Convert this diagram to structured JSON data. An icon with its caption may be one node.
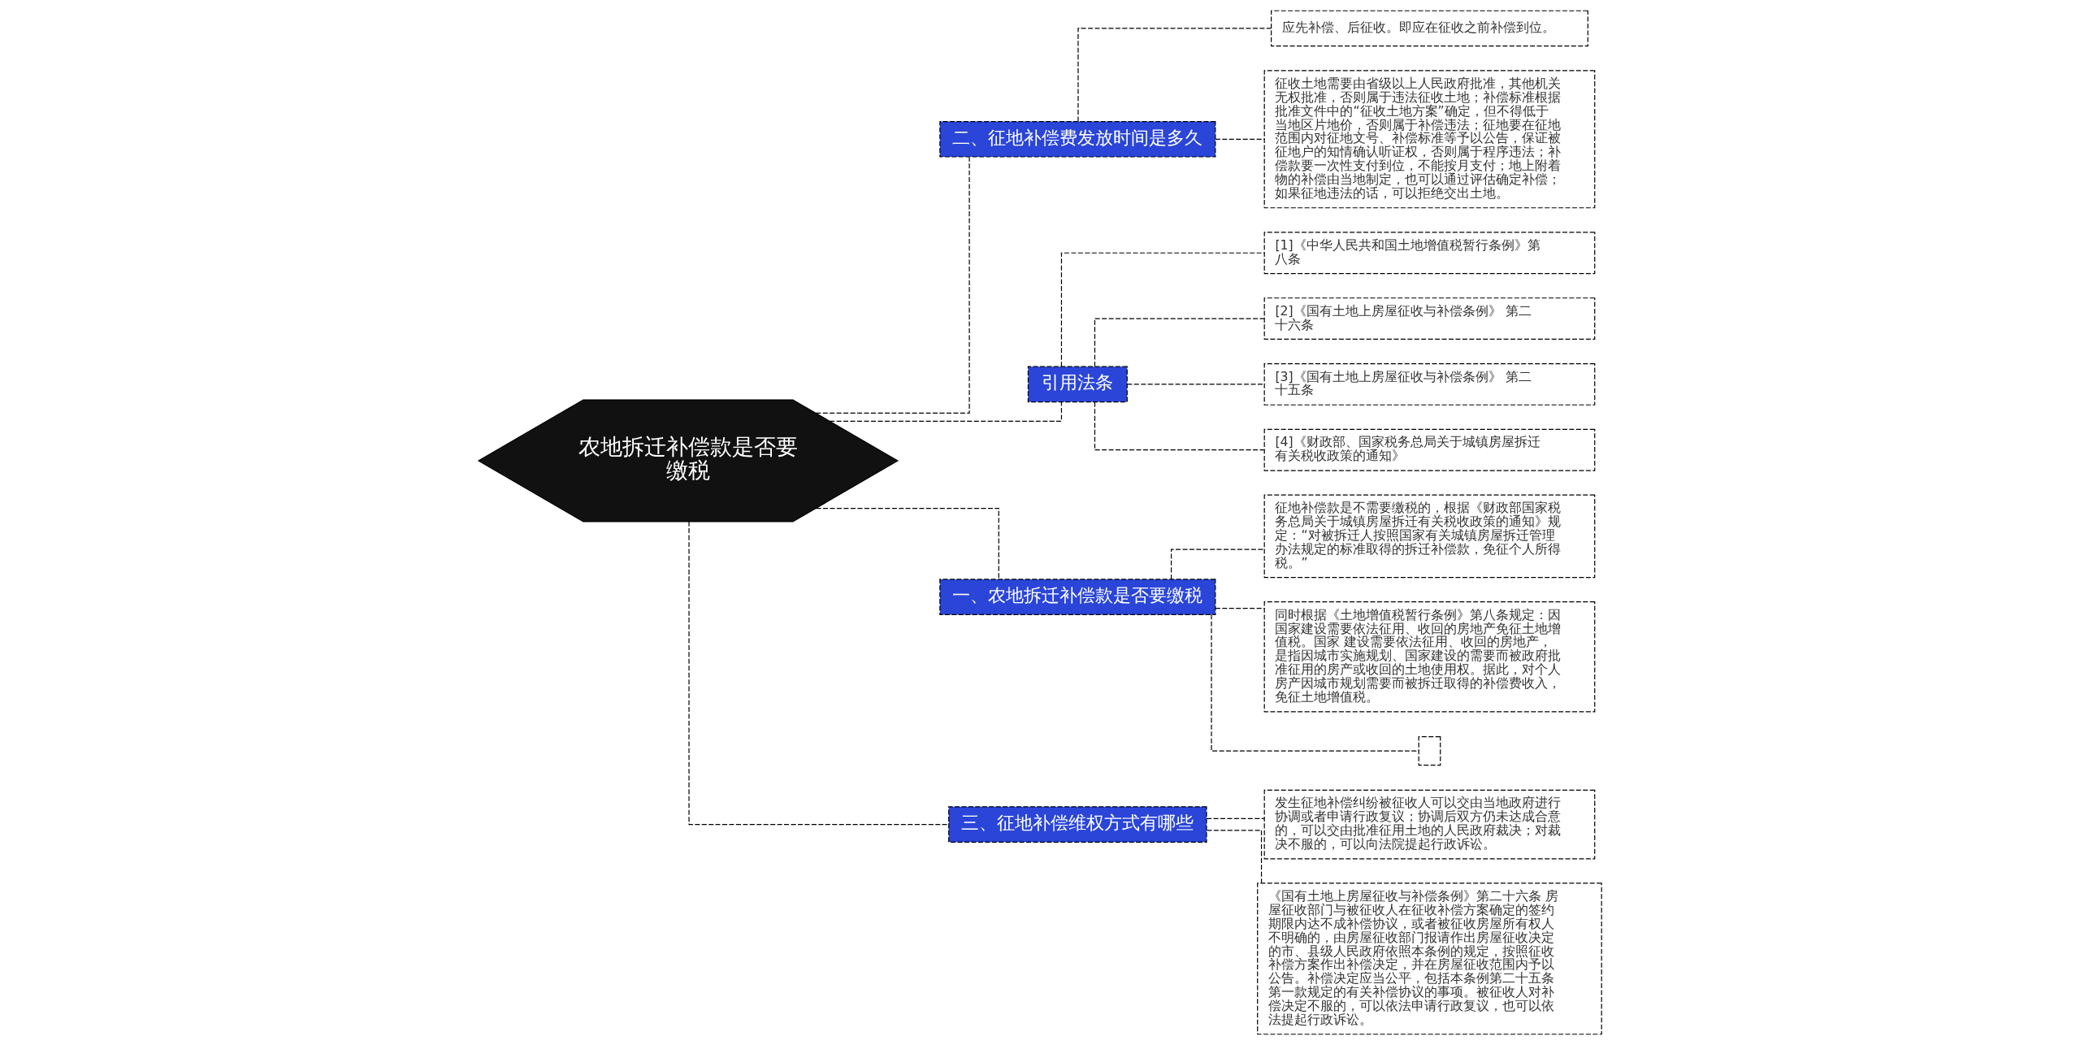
{
  "diagram": {
    "nodes": [
      {
        "text": [
          "农地拆迁补偿款是否要缴税"
        ]
      },
      {
        "text": [
          "二、征地补偿费发放时间是多久"
        ]
      },
      {
        "text": [
          "应先补偿、后征收。即应在征收之前补偿到位。"
        ]
      },
      {
        "text": [
          "征收土地需要由省级以上人民政府批准，其他机关无权批准，否则属于违法征收土地；补偿标准根据批准文件中的“征收土地方案”确定，但不得低于当地区片地价，否则属于补偿违法；征地要在征地范围内对征地文号、补偿标准等予以公告，保证被征地户的知情确认听证权，否则属于程序违法；补偿款要一次性支付到位，不能按月支付；地上附着物的补偿由当地制定，也可以通过评估确定补偿；如果征地违法的话，可以拒绝交出土地。"
        ]
      },
      {
        "text": [
          "引用法条"
        ]
      },
      {
        "text": [
          "[1]《中华人民共和国土地增值税暂行条例》第八条"
        ]
      },
      {
        "text": [
          "[2]《国有土地上房屋征收与补偿条例》 第二十六条"
        ]
      },
      {
        "text": [
          "[3]《国有土地上房屋征收与补偿条例》 第二十五条"
        ]
      },
      {
        "text": [
          "[4]《财政部、国家税务总局关于城镇房屋拆迁有关税收政策的通知》"
        ]
      },
      {
        "text": [
          "一、农地拆迁补偿款是否要缴税"
        ]
      },
      {
        "text": [
          "征地补偿款是不需要缴税的，根据《财政部国家税务总局关于城镇房屋拆迁有关税收政策的通知》规定：“对被拆迁人按照国家有关城镇房屋拆迁管理办法规定的标准取得的拆迁补偿款，免征个人所得税。”"
        ]
      },
      {
        "text": [
          "同时根据《土地增值税暂行条例》第八条规定：因国家建设需要依法征用、收回的房地产免征土地增值税。国家 建设需要依法征用、收回的房地产，是指因城市实施规划、国家建设的需要而被政府批准征用的房产或收回的土地使用权。据此，对个人房产因城市规划需要而被拆迁取得的补偿费收入，免征土地增值税。"
        ]
      },
      {
        "text": [],
        "shape": "box"
      },
      {
        "text": [
          "三、征地补偿维权方式有哪些"
        ]
      },
      {
        "text": [
          "发生征地补偿纠纷被征收人可以交由当地政府进行协调或者申请行政复议；协调后双方仍未达成合意的，可以交由批准征用土地的人民政府裁决；对裁决不服的，可以向法院提起行政诉讼。"
        ]
      },
      {
        "text": [
          "《国有土地上房屋征收与补偿条例》第二十六条 房屋征收部门与被征收人在征收补偿方案确定的签约期限内达不成补偿协议，或者被征收房屋所有权人不明确的，由房屋征收部门报请作出房屋征收决定的市、县级人民政府依照本条例的规定，按照征收补偿方案作出补偿决定，并在房屋征收范围内予以公告。补偿决定应当公平，包括本条例第二十五条第一款规定的有关补偿协议的事项。被征收人对补偿决定不服的，可以依法申请行政复议，也可以依法提起行政诉讼。"
        ]
      }
    ],
    "edges": [
      {
        "from": 0,
        "to": 1,
        "arrow": "none",
        "style": "dashed"
      },
      {
        "from": 1,
        "to": 2,
        "arrow": "none",
        "style": "dashed"
      },
      {
        "from": 1,
        "to": 3,
        "arrow": "none",
        "style": "dashed"
      },
      {
        "from": 0,
        "to": 4,
        "arrow": "none",
        "style": "dashed"
      },
      {
        "from": 4,
        "to": 5,
        "arrow": "none",
        "style": "dashed"
      },
      {
        "from": 4,
        "to": 6,
        "arrow": "none",
        "style": "dashed"
      },
      {
        "from": 4,
        "to": 7,
        "arrow": "none",
        "style": "dashed"
      },
      {
        "from": 4,
        "to": 8,
        "arrow": "none",
        "style": "dashed"
      },
      {
        "from": 0,
        "to": 9,
        "arrow": "none",
        "style": "dashed"
      },
      {
        "from": 9,
        "to": 10,
        "arrow": "none",
        "style": "dashed"
      },
      {
        "from": 9,
        "to": 11,
        "arrow": "none",
        "style": "dashed"
      },
      {
        "from": 9,
        "to": 12,
        "arrow": "none",
        "style": "dashed"
      },
      {
        "from": 0,
        "to": 13,
        "arrow": "none",
        "style": "dashed"
      },
      {
        "from": 13,
        "to": 14,
        "arrow": "none",
        "style": "dashed"
      },
      {
        "from": 13,
        "to": 15,
        "arrow": "none",
        "style": "dashed"
      }
    ]
  }
}
